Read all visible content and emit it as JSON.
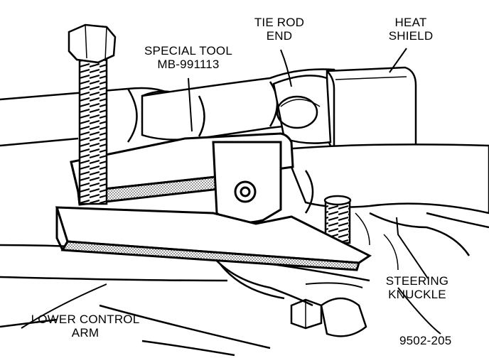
{
  "labels": {
    "special_tool": {
      "line1": "SPECIAL TOOL",
      "line2": "MB-991113"
    },
    "tie_rod_end": {
      "line1": "TIE ROD",
      "line2": "END"
    },
    "heat_shield": {
      "line1": "HEAT",
      "line2": "SHIELD"
    },
    "steering_knuckle": {
      "line1": "STEERING",
      "line2": "KNUCKLE"
    },
    "lower_control_arm": {
      "line1": "LOWER CONTROL",
      "line2": "ARM"
    },
    "figure_number": "9502-205"
  },
  "colors": {
    "ink": "#000000",
    "paper": "#ffffff",
    "hatch": "#6e6e6e"
  }
}
